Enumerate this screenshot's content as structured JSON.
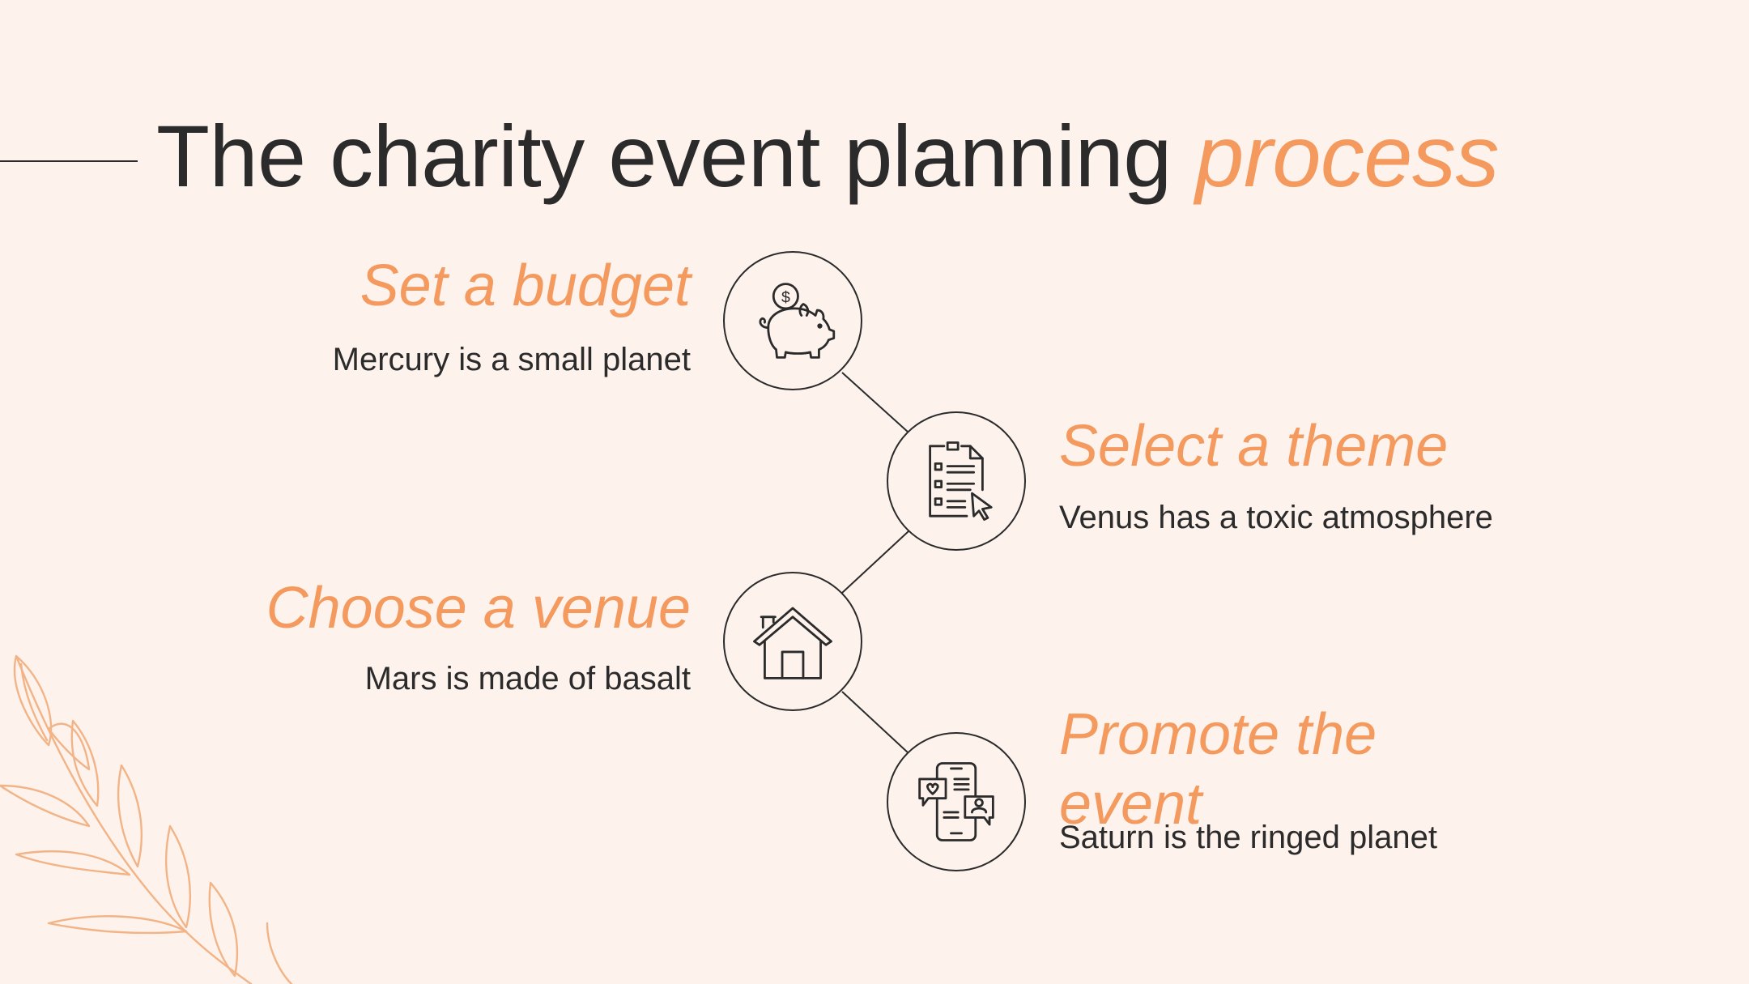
{
  "title": {
    "main": "The charity event planning ",
    "accent": "process"
  },
  "steps": [
    {
      "title": "Set a budget",
      "desc": "Mercury is a small planet",
      "icon": "piggy-bank-icon"
    },
    {
      "title": "Select a theme",
      "desc": "Venus has a toxic atmosphere",
      "icon": "checklist-icon"
    },
    {
      "title": "Choose a venue",
      "desc": "Mars is made of basalt",
      "icon": "house-icon"
    },
    {
      "title": "Promote the event",
      "desc": "Saturn is the ringed planet",
      "icon": "social-phone-icon"
    }
  ],
  "colors": {
    "accent": "#f49a5e",
    "text": "#2b2b2b",
    "background": "#fdf2ec",
    "leaf": "#f2b487"
  }
}
